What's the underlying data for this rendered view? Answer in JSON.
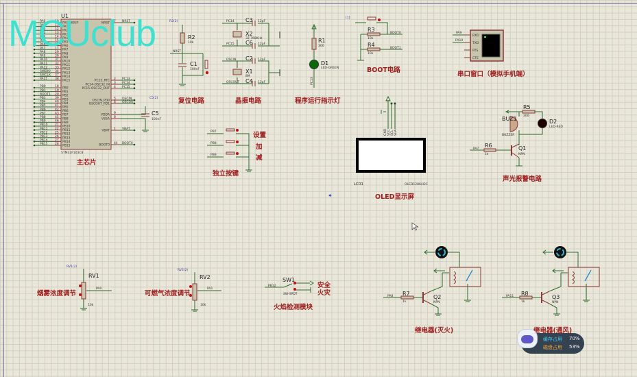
{
  "watermark": "MCUclub",
  "chip": {
    "ref": "U1",
    "part": "STM32F103C8",
    "title": "主芯片",
    "left_pins": [
      {
        "num": "10",
        "inner": "PA0-WKUP",
        "net": "PA0"
      },
      {
        "num": "11",
        "inner": "PA1",
        "net": "PA1"
      },
      {
        "num": "12",
        "inner": "PA2",
        "net": "PA2"
      },
      {
        "num": "13",
        "inner": "PA3",
        "net": "PA3"
      },
      {
        "num": "14",
        "inner": "PA4",
        "net": "PA4"
      },
      {
        "num": "15",
        "inner": "PA5",
        "net": "PA5"
      },
      {
        "num": "16",
        "inner": "PA6",
        "net": "PA6"
      },
      {
        "num": "17",
        "inner": "PA7",
        "net": "PA7"
      },
      {
        "num": "29",
        "inner": "PA8",
        "net": "PA8"
      },
      {
        "num": "30",
        "inner": "PA9",
        "net": "PA9"
      },
      {
        "num": "31",
        "inner": "PA10",
        "net": "PA10"
      },
      {
        "num": "32",
        "inner": "PA11",
        "net": "PA11"
      },
      {
        "num": "33",
        "inner": "PA12",
        "net": "PA12"
      },
      {
        "num": "34",
        "inner": "PA13",
        "net": "SWDIO"
      },
      {
        "num": "37",
        "inner": "PA14",
        "net": "SWCLK"
      },
      {
        "num": "38",
        "inner": "PA15",
        "net": "PA15"
      },
      {
        "num": "18",
        "inner": "PB0",
        "net": "PB0"
      },
      {
        "num": "19",
        "inner": "PB1",
        "net": "PB1"
      },
      {
        "num": "20",
        "inner": "PB2",
        "net": "BOOT1"
      },
      {
        "num": "39",
        "inner": "PB3",
        "net": "PB3"
      },
      {
        "num": "40",
        "inner": "PB4",
        "net": "PB4"
      },
      {
        "num": "41",
        "inner": "PB5",
        "net": "PB5"
      },
      {
        "num": "42",
        "inner": "PB6",
        "net": "PB6"
      },
      {
        "num": "43",
        "inner": "PB7",
        "net": "PB7"
      },
      {
        "num": "45",
        "inner": "PB8",
        "net": "PB8"
      },
      {
        "num": "46",
        "inner": "PB9",
        "net": "PB9"
      },
      {
        "num": "21",
        "inner": "PB10",
        "net": "PB10"
      },
      {
        "num": "22",
        "inner": "PB11",
        "net": "PB11"
      },
      {
        "num": "25",
        "inner": "PB12",
        "net": "PB12"
      },
      {
        "num": "26",
        "inner": "PB13",
        "net": "PB13"
      },
      {
        "num": "27",
        "inner": "PB14",
        "net": "PB14"
      },
      {
        "num": "28",
        "inner": "PB15",
        "net": "PB15"
      }
    ],
    "right_pins": [
      {
        "num": "7",
        "inner": "NRST",
        "net": "NRST"
      },
      {
        "num": "2",
        "inner": "PC13_RTC",
        "net": "PC13"
      },
      {
        "num": "3",
        "inner": "PC14-OSC32_IN",
        "net": "PC14"
      },
      {
        "num": "4",
        "inner": "PC15-OSC32_OUT",
        "net": "PC15"
      },
      {
        "num": "5",
        "inner": "OSCIN_PD0",
        "net": "OSCIN"
      },
      {
        "num": "6",
        "inner": "OSCOUT_PD1",
        "net": "OSCOUT"
      },
      {
        "num": "9",
        "inner": "VDDA",
        "net": ""
      },
      {
        "num": "8",
        "inner": "VSSA",
        "net": ""
      },
      {
        "num": "1",
        "inner": "VBAT",
        "net": "VBAT"
      },
      {
        "num": "44",
        "inner": "BOOT0",
        "net": "BOOT0"
      }
    ],
    "c5": {
      "ref": "C5",
      "value": "100nF",
      "probe": "C5(2)"
    }
  },
  "reset": {
    "title": "复位电路",
    "r2": "R2",
    "r2_val": "10k",
    "c1": "C1",
    "c1_val": "100nF",
    "net": "NRST",
    "probe": "R2(2)"
  },
  "crystal": {
    "title": "晶振电路",
    "c3": "C3",
    "c6": "C6",
    "c2": "C2",
    "c4": "C4",
    "cap_val": "12pF",
    "x2": "X2",
    "x2_val": "32.768KHz",
    "x1": "X1",
    "x1_val": "8M",
    "nets": [
      "PC14",
      "PC15",
      "OSCIN",
      "OSCOUT"
    ]
  },
  "led": {
    "title": "程序运行指示灯",
    "r1": "R1",
    "r1_val": "300",
    "d1": "D1",
    "d1_val": "LED-GREEN",
    "net": "PC13"
  },
  "boot": {
    "title": "BOOT电路",
    "r3": "R3",
    "r4": "R4",
    "r_val": "10k",
    "net0": "BOOT0",
    "net1": "BOOT1",
    "probe": "[1]"
  },
  "serial": {
    "title": "串口窗口（模拟手机端）",
    "pins": [
      "RXD",
      "TXD",
      "RTS",
      "CTS"
    ],
    "nets": [
      "PA9",
      "PA10"
    ]
  },
  "alarm": {
    "title": "声光报警电路",
    "buz": "BUZ1",
    "buz_val": "BUZZER",
    "r5": "R5",
    "r5_val": "300",
    "d2": "D2",
    "d2_val": "LED-RED",
    "r6": "R6",
    "r6_val": "1k",
    "q1": "Q1",
    "q1_val": "NPN",
    "net": "PA7"
  },
  "keys": {
    "title": "独立按键",
    "nets": [
      "PB7",
      "PB8",
      "PB9"
    ],
    "labels": [
      "设置",
      "加",
      "减"
    ]
  },
  "oled": {
    "title": "OLED显示屏",
    "ref": "LCD1",
    "part": "OLED12864I2C",
    "pins": [
      "GND",
      "VCC",
      "SCL",
      "SDA"
    ]
  },
  "pot1": {
    "title": "烟雾浓度调节",
    "ref": "RV1",
    "value": "10k",
    "net": "PA0",
    "probe": "RV1(2)"
  },
  "pot2": {
    "title": "可燃气浓度调节",
    "ref": "RV2",
    "value": "10k",
    "net": "PA1",
    "probe": "RV2(2)"
  },
  "flame": {
    "title": "火焰检测模块",
    "ref": "SW1",
    "value": "SW-SPDT",
    "net": "PB12",
    "safe": "安全",
    "fire": "火灾"
  },
  "relay1": {
    "title": "继电器(灭火)",
    "r": "R7",
    "r_val": "1k",
    "q": "Q2",
    "q_val": "NPN",
    "net": "PA8"
  },
  "relay2": {
    "title": "继电器(通风)",
    "r": "R8",
    "r_val": "1k",
    "q": "Q3",
    "q_val": "NPN",
    "net": "PA11"
  },
  "widget": {
    "mem_label": "缓存占用",
    "mem_value": "70%",
    "mem_fraction": 0.7,
    "disk_label": "磁盘占用",
    "disk_value": "53%",
    "disk_fraction": 0.53,
    "mem_color": "#3ec8f0",
    "disk_color": "#f0a030"
  }
}
